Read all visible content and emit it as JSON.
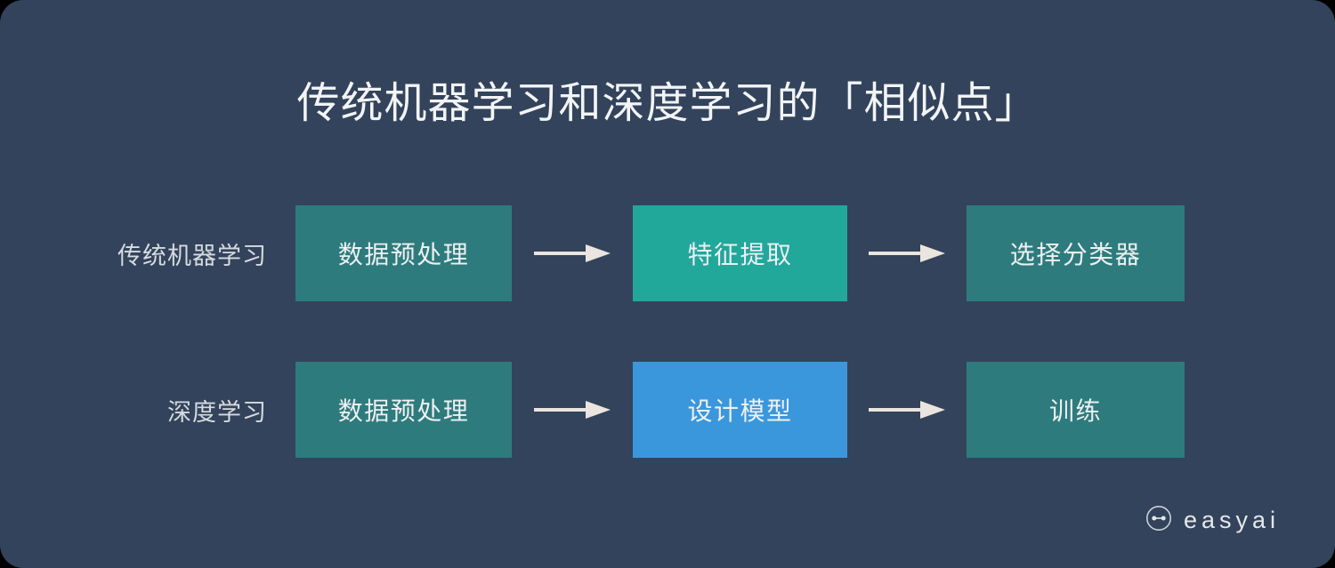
{
  "figure": {
    "title": "传统机器学习和深度学习的「相似点」",
    "background_color": "#33435B",
    "text_color": "#F2F4F6",
    "arrow_color": "#EAE5DE"
  },
  "chart_data": {
    "type": "diagram",
    "title": "传统机器学习和深度学习的「相似点」",
    "layout": "two parallel horizontal pipelines, three stages each, connected by right arrows",
    "rows": [
      {
        "label": "传统机器学习",
        "stages": [
          {
            "label": "数据预处理",
            "color": "#2E7B7D"
          },
          {
            "label": "特征提取",
            "color": "#22A79B"
          },
          {
            "label": "选择分类器",
            "color": "#2E7B7D"
          }
        ],
        "connectors": [
          "→",
          "→"
        ]
      },
      {
        "label": "深度学习",
        "stages": [
          {
            "label": "数据预处理",
            "color": "#2E7B7D"
          },
          {
            "label": "设计模型",
            "color": "#3B97DC"
          },
          {
            "label": "训练",
            "color": "#2E7B7D"
          }
        ],
        "connectors": [
          "→",
          "→"
        ]
      }
    ]
  },
  "branding": {
    "logo_icon": "easyai-dumbbell-circle-icon",
    "name": "easyai"
  }
}
